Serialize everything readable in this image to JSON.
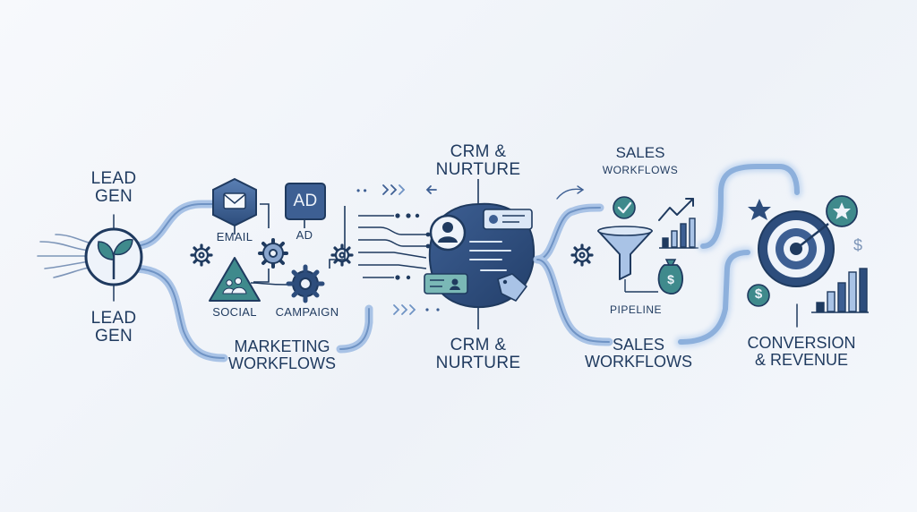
{
  "labels": {
    "lead_gen_top_1": "LEAD",
    "lead_gen_top_2": "GEN",
    "lead_gen_bottom_1": "LEAD",
    "lead_gen_bottom_2": "GEN",
    "email": "EMAIL",
    "ad_box": "AD",
    "ad": "AD",
    "social": "SOCIAL",
    "campaign": "CAMPAIGN",
    "marketing_1": "MARKETING",
    "marketing_2": "WORKFLOWS",
    "crm_top_1": "CRM &",
    "crm_top_2": "NURTURE",
    "crm_bottom_1": "CRM &",
    "crm_bottom_2": "NURTURE",
    "sales_top_1": "SALES",
    "sales_top_2": "WORKFLOWS",
    "pipeline": "PIPELINE",
    "sales_bottom_1": "SALES",
    "sales_bottom_2": "WORKFLOWS",
    "conversion_1": "CONVERSION",
    "conversion_2": "& REVENUE"
  },
  "symbols": {
    "dollar": "$"
  },
  "colors": {
    "navy": "#1f3a5f",
    "mid_blue": "#3f6496",
    "light_blue": "#a9c3e6",
    "teal": "#3f8a8c",
    "icon_fill": "#dbe7f6"
  }
}
